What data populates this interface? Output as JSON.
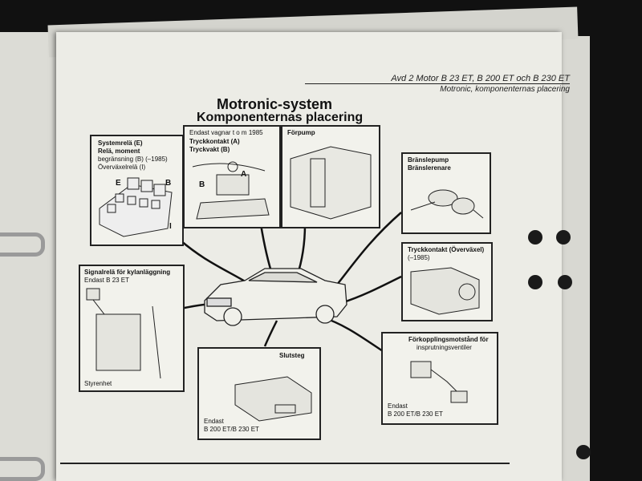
{
  "header": {
    "section": "Avd 2 Motor B 23 ET, B 200 ET och B 230 ET",
    "subsection": "Motronic, komponenternas placering"
  },
  "title": "Motronic-system",
  "subtitle": "Komponenternas placering",
  "panels": {
    "relays": {
      "line1": "Systemrelä (E)",
      "line2": "Relä, moment",
      "line3": "begränsning (B) (–1985)",
      "line4": "Överväxelrelä (I)",
      "letters": [
        "E",
        "B",
        "I"
      ]
    },
    "pressure": {
      "line1": "Endast vagnar t o m 1985",
      "line2": "Tryckkontakt (A)",
      "line3": "Tryckvakt (B)",
      "letters": [
        "A",
        "B"
      ]
    },
    "prepump": {
      "line1": "Förpump"
    },
    "fuelpump": {
      "line1": "Bränslepump",
      "line2": "Bränslerenare"
    },
    "overdrive": {
      "line1": "Tryckkontakt (Överväxel)",
      "line2": "(–1985)"
    },
    "signal": {
      "line1": "Signalrelä för kylanläggning",
      "line2": "Endast B 23 ET",
      "line3": "Styrenhet"
    },
    "amplifier": {
      "line1": "Slutsteg",
      "line2": "Endast",
      "line3": "B 200 ET/B 230 ET"
    },
    "resistor": {
      "line1": "Förkopplingsmotstånd för",
      "line2": "insprutningsventiler",
      "line3": "Endast",
      "line4": "B 200 ET/B 230 ET"
    }
  }
}
